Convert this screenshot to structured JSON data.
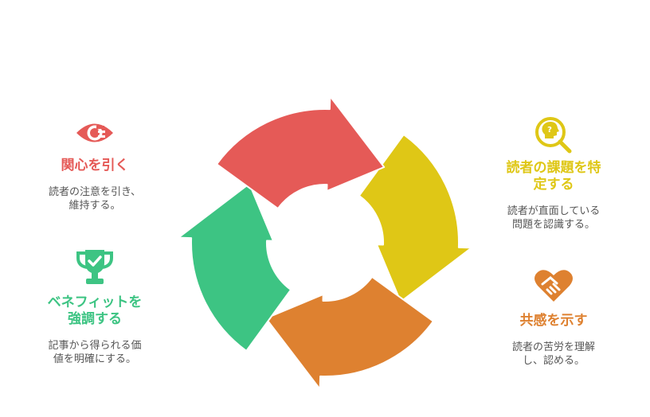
{
  "colors": {
    "red": "#E55A57",
    "yellow": "#DFC716",
    "orange": "#DE8130",
    "green": "#3DC483"
  },
  "steps": {
    "attention": {
      "title": "関心を引く",
      "desc_line1": "読者の注意を引き、",
      "desc_line2": "維持する。",
      "icon": "eye-icon",
      "color": "#E55A57"
    },
    "benefit": {
      "title_line1": "ベネフィットを",
      "title_line2": "強調する",
      "desc_line1": "記事から得られる価",
      "desc_line2": "値を明確にする。",
      "icon": "trophy-icon",
      "color": "#3DC483"
    },
    "issues": {
      "title_line1": "読者の課題を特",
      "title_line2": "定する",
      "desc_line1": "読者が直面している",
      "desc_line2": "問題を認識する。",
      "icon": "head-search-icon",
      "color": "#DFC716"
    },
    "empathy": {
      "title": "共感を示す",
      "desc_line1": "読者の苦労を理解",
      "desc_line2": "し、認める。",
      "icon": "handshake-heart-icon",
      "color": "#DE8130"
    }
  }
}
